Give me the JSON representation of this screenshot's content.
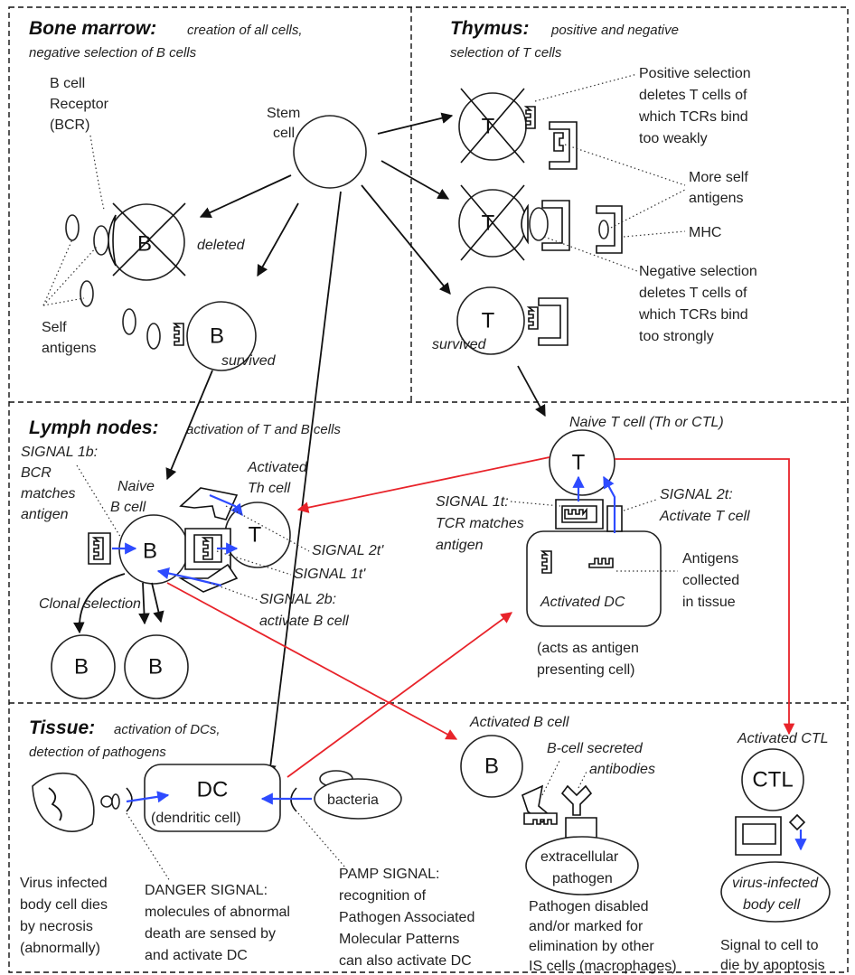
{
  "sections": {
    "bone_marrow": {
      "title": "Bone marrow:",
      "sub1": "creation of all cells,",
      "sub2": "negative selection of B cells"
    },
    "thymus": {
      "title": "Thymus:",
      "sub1": "positive and negative",
      "sub2": "selection of T cells"
    },
    "lymph": {
      "title": "Lymph nodes:",
      "sub1": "activation of T and B cells"
    },
    "tissue": {
      "title": "Tissue:",
      "sub1": "activation of DCs,",
      "sub2": "detection of pathogens"
    }
  },
  "bone": {
    "bcr": [
      "B cell",
      "Receptor",
      "(BCR)"
    ],
    "stem": [
      "Stem",
      "cell"
    ],
    "deleted": "deleted",
    "self_antigens": [
      "Self",
      "antigens"
    ],
    "survived": "survived"
  },
  "thymus": {
    "positive": [
      "Positive selection",
      "deletes T cells of",
      "which TCRs bind",
      "too weakly"
    ],
    "more_self": [
      "More self",
      "antigens"
    ],
    "mhc": "MHC",
    "negative": [
      "Negative selection",
      "deletes T cells of",
      "which TCRs bind",
      "too strongly"
    ],
    "survived": "survived"
  },
  "lymph": {
    "signal1b": [
      "SIGNAL 1b:",
      "BCR",
      "matches",
      "antigen"
    ],
    "naive_b": [
      "Naive",
      "B cell"
    ],
    "activated_th": [
      "Activated",
      "Th cell"
    ],
    "signal2t": "SIGNAL 2t'",
    "signal1t_prime": "SIGNAL 1t'",
    "signal2b": [
      "SIGNAL 2b:",
      "activate B cell"
    ],
    "clonal": "Clonal selection",
    "naive_t": "Naive T cell (Th or CTL)",
    "signal1t": [
      "SIGNAL 1t:",
      "TCR matches",
      "antigen"
    ],
    "signal2t_act": [
      "SIGNAL 2t:",
      "Activate T cell"
    ],
    "antigens_collected": [
      "Antigens",
      "collected",
      "in tissue"
    ],
    "activated_dc": "Activated DC",
    "apc": [
      "(acts as antigen",
      "presenting cell)"
    ]
  },
  "tissue": {
    "activated_b": "Activated B cell",
    "secreted": [
      "B-cell secreted",
      "antibodies"
    ],
    "activated_ctl": "Activated CTL",
    "dc": [
      "DC",
      "(dendritic cell)"
    ],
    "bacteria": "bacteria",
    "extracellular": [
      "extracellular",
      "pathogen"
    ],
    "virus_body": [
      "virus-infected",
      "body cell"
    ],
    "virus_text": [
      "Virus infected",
      "body cell dies",
      "by necrosis",
      "(abnormally)"
    ],
    "danger": [
      "DANGER SIGNAL:",
      "molecules of abnormal",
      "death are sensed by",
      "and activate DC"
    ],
    "pamp": [
      "PAMP SIGNAL:",
      "recognition of",
      "Pathogen Associated",
      "Molecular Patterns",
      "can also activate DC"
    ],
    "disabled": [
      "Pathogen disabled",
      "and/or marked for",
      "elimination by other",
      "IS cells (macrophages)"
    ],
    "apoptosis": [
      "Signal to cell to",
      "die by apoptosis"
    ]
  },
  "cells": {
    "b": "B",
    "t": "T",
    "ctl": "CTL"
  },
  "colors": {
    "activation_arrow": "#e8232a",
    "signal_arrow": "#2e4bff",
    "line": "#111111"
  }
}
